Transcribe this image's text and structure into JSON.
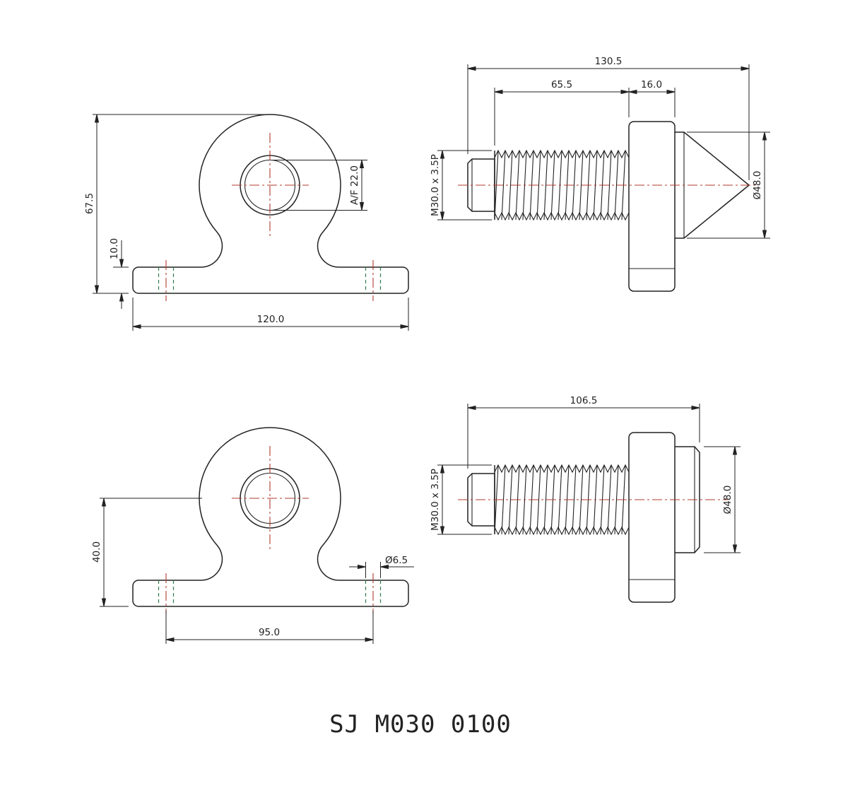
{
  "title": "SJ M030 0100",
  "views": {
    "bracket_front_upper": {
      "overall_height": "67.5",
      "base_thickness": "10.0",
      "base_width": "120.0",
      "socket_flats": "A/F 22.0"
    },
    "pin_side_pointed": {
      "overall_length": "130.5",
      "thread_length": "65.5",
      "bracket_width": "16.0",
      "thread_spec": "M30.0 x 3.5P",
      "cone_diameter": "Ø48.0"
    },
    "bracket_front_lower": {
      "center_height": "40.0",
      "hole_pitch": "95.0",
      "hole_diameter": "Ø6.5"
    },
    "pin_side_flat": {
      "overall_length": "106.5",
      "thread_spec": "M30.0 x 3.5P",
      "end_diameter": "Ø48.0"
    }
  },
  "colors": {
    "outline": "#222222",
    "centerline": "#b23b2e",
    "hidden_line": "#2f7d4f",
    "dimension": "#222222",
    "background": "#ffffff"
  }
}
